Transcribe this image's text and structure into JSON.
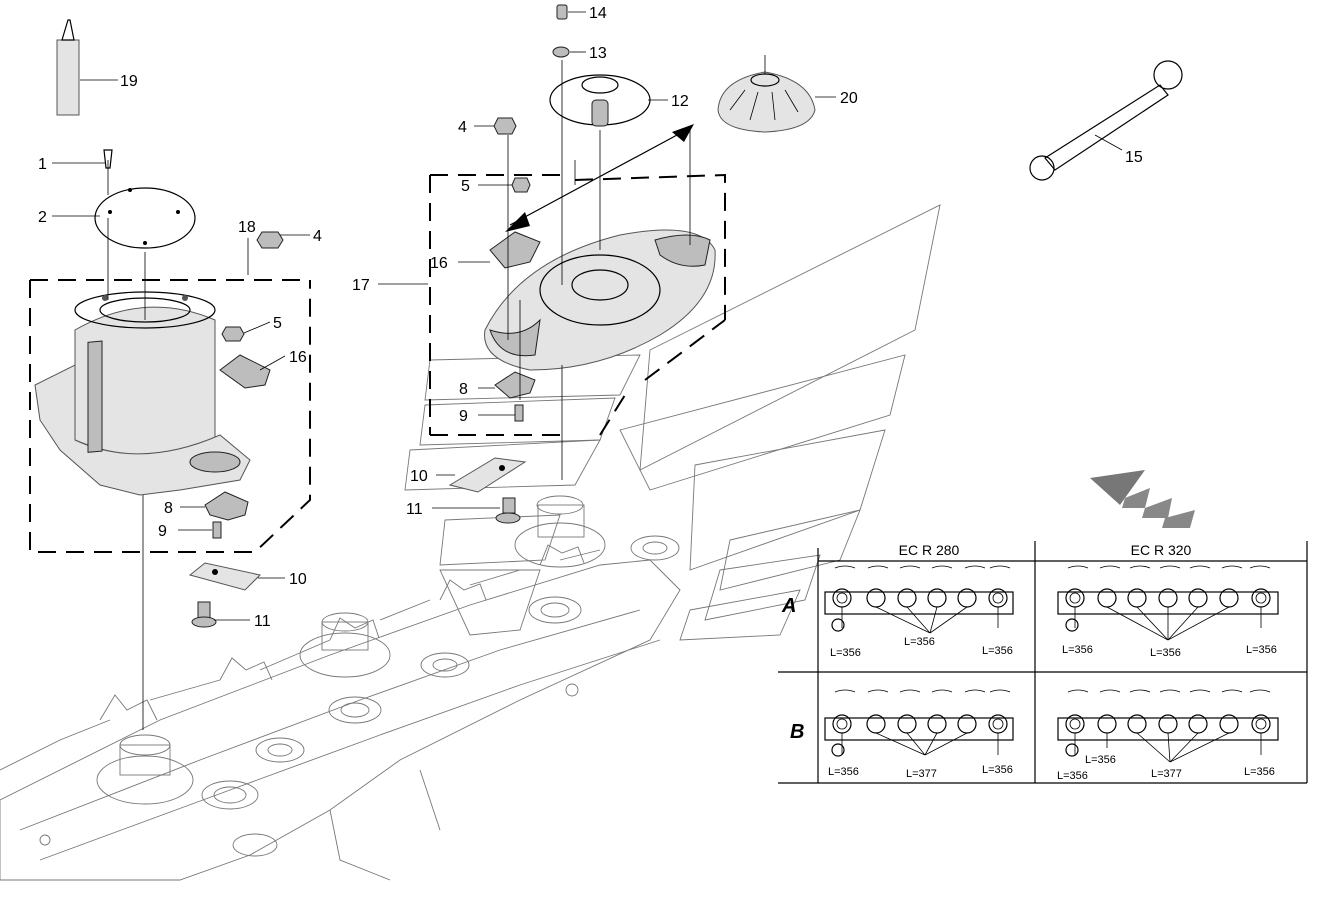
{
  "callouts": [
    {
      "id": "1",
      "label": "1"
    },
    {
      "id": "2",
      "label": "2"
    },
    {
      "id": "4a",
      "label": "4"
    },
    {
      "id": "4b",
      "label": "4"
    },
    {
      "id": "5a",
      "label": "5"
    },
    {
      "id": "5b",
      "label": "5"
    },
    {
      "id": "8a",
      "label": "8"
    },
    {
      "id": "8b",
      "label": "8"
    },
    {
      "id": "9a",
      "label": "9"
    },
    {
      "id": "9b",
      "label": "9"
    },
    {
      "id": "10a",
      "label": "10"
    },
    {
      "id": "10b",
      "label": "10"
    },
    {
      "id": "11a",
      "label": "11"
    },
    {
      "id": "11b",
      "label": "11"
    },
    {
      "id": "12",
      "label": "12"
    },
    {
      "id": "13",
      "label": "13"
    },
    {
      "id": "14",
      "label": "14"
    },
    {
      "id": "15",
      "label": "15"
    },
    {
      "id": "16a",
      "label": "16"
    },
    {
      "id": "16b",
      "label": "16"
    },
    {
      "id": "17",
      "label": "17"
    },
    {
      "id": "18",
      "label": "18"
    },
    {
      "id": "19",
      "label": "19"
    },
    {
      "id": "20",
      "label": "20"
    }
  ],
  "table": {
    "columns": [
      "EC R 280",
      "EC R 320"
    ],
    "rows": [
      {
        "letter": "A",
        "ec280": [
          "L=356",
          "L=356",
          "L=356"
        ],
        "ec320": [
          "L=356",
          "L=356",
          "L=356"
        ]
      },
      {
        "letter": "B",
        "ec280": [
          "L=356",
          "L=377",
          "L=356"
        ],
        "ec320": [
          "L=356",
          "L=356",
          "L=377",
          "L=356"
        ]
      }
    ]
  }
}
